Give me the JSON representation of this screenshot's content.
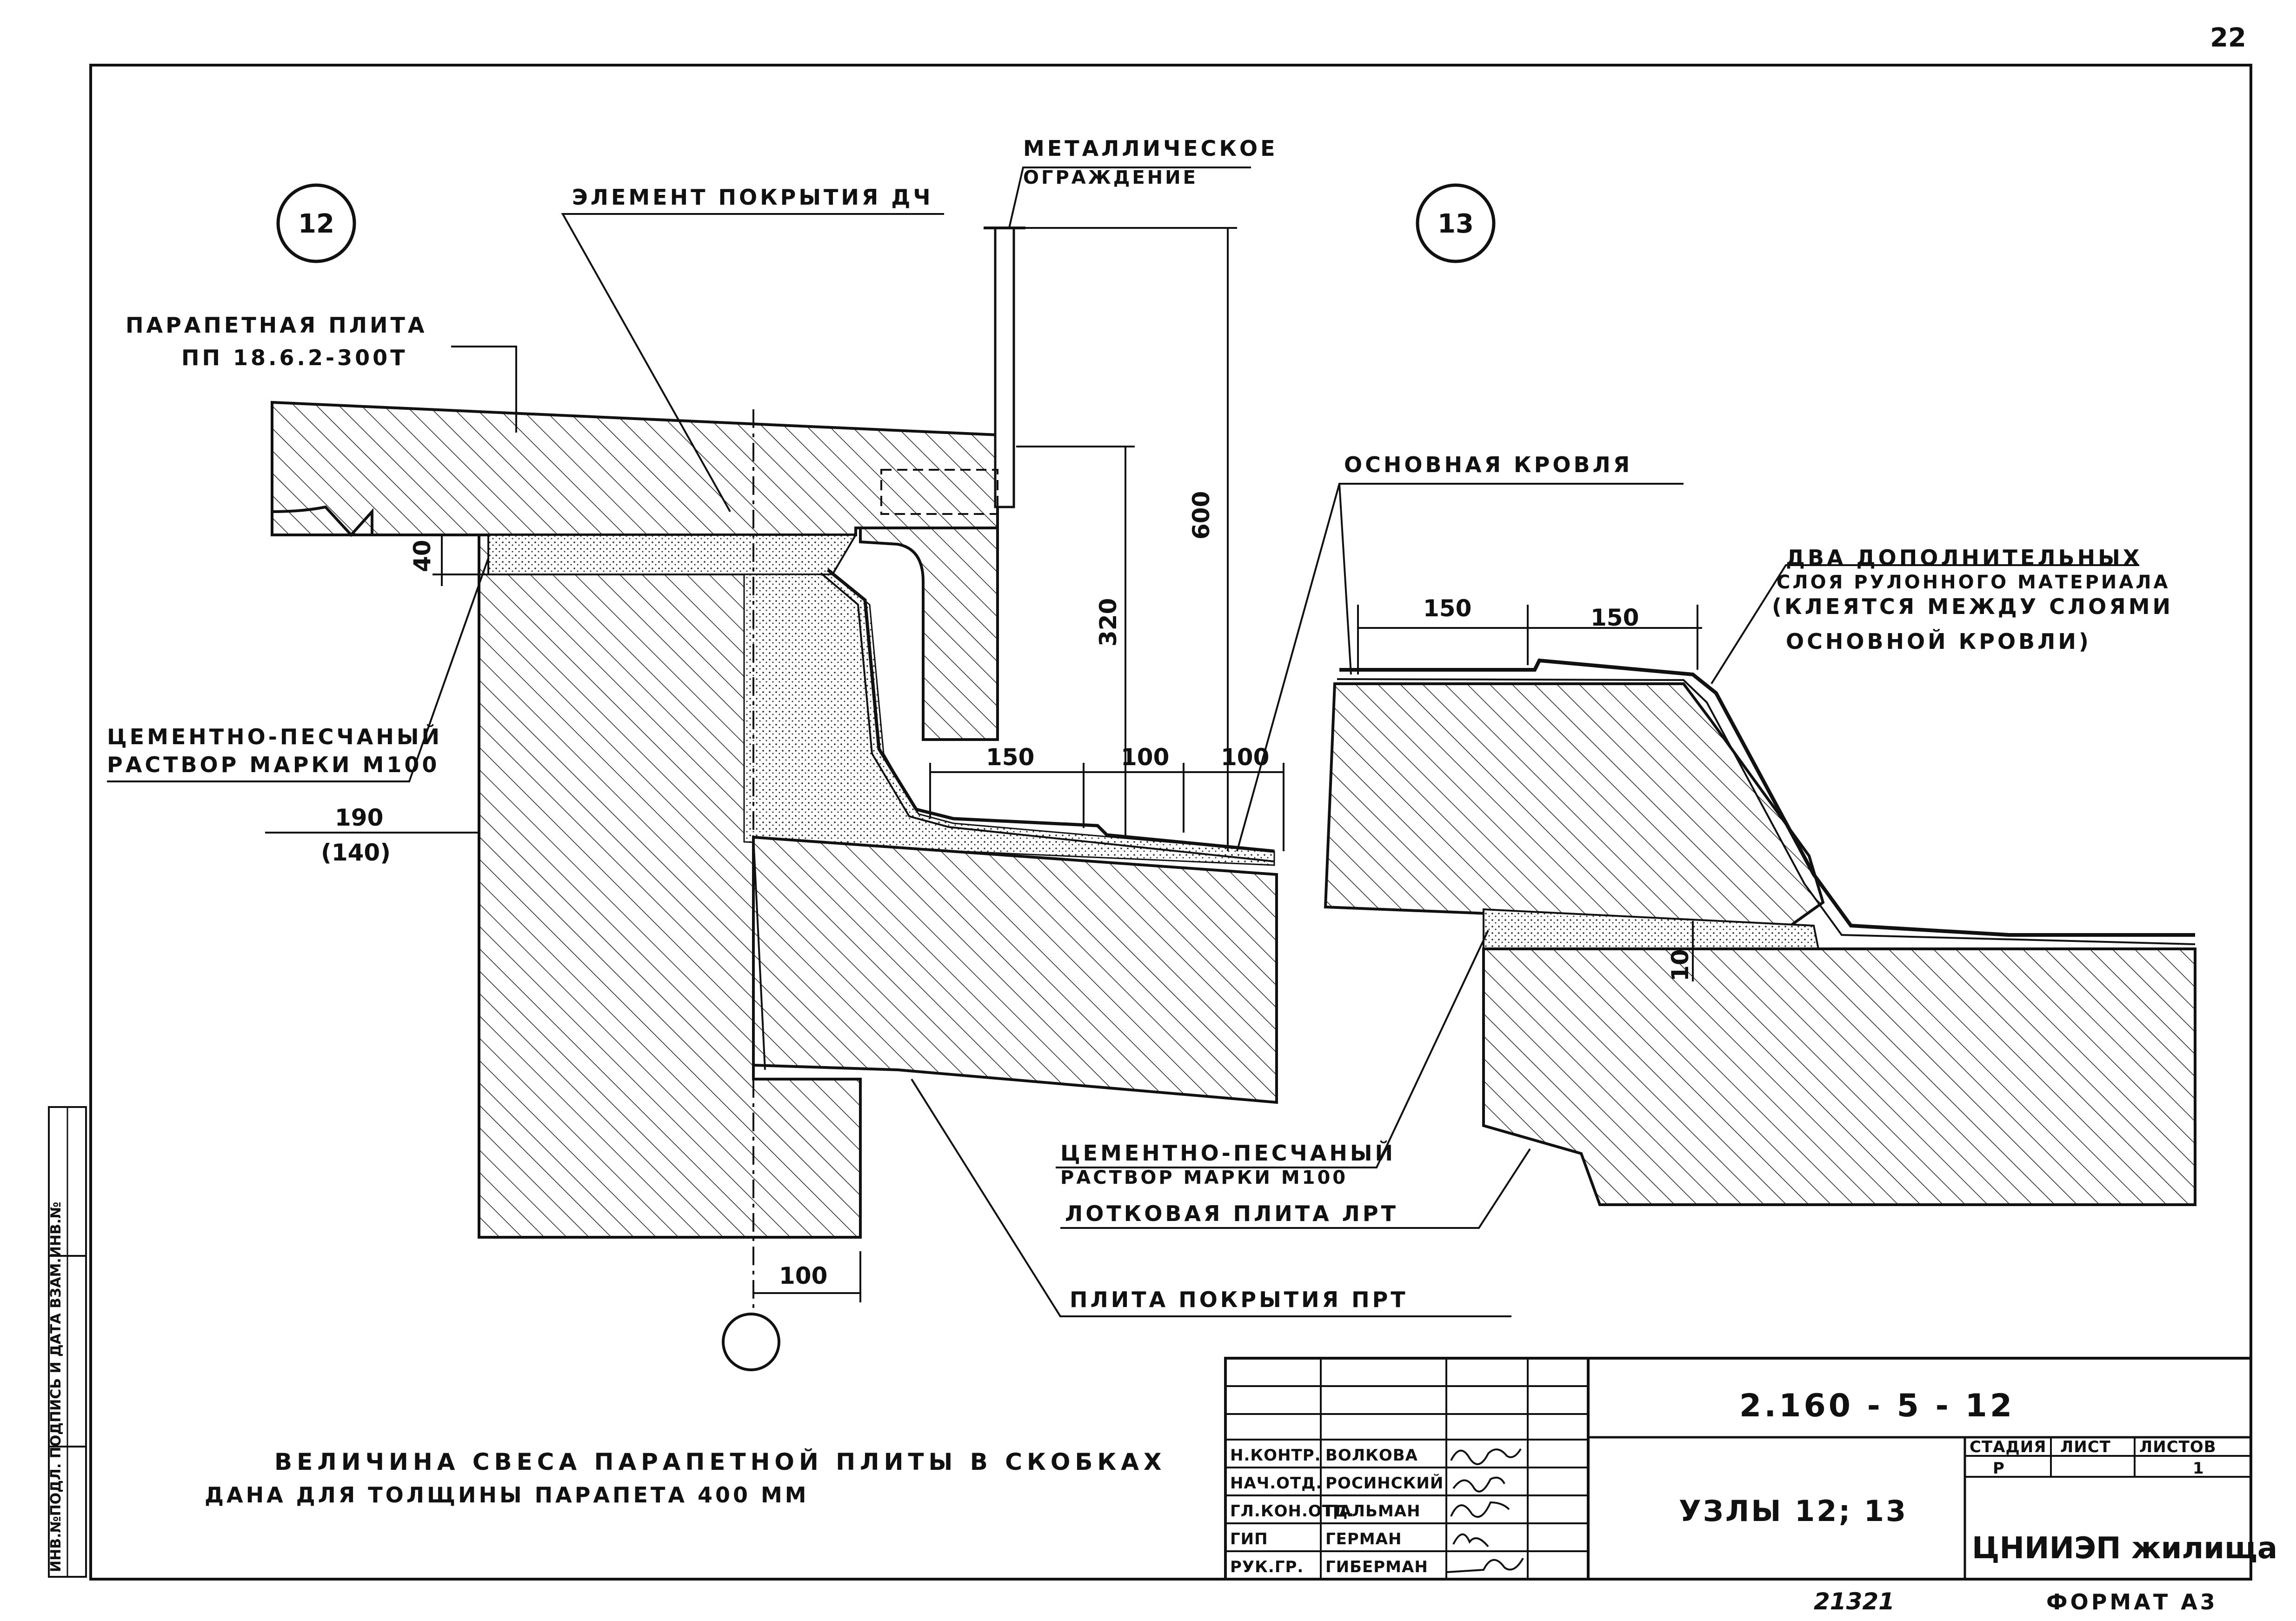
{
  "sheet_number": "22",
  "callouts": {
    "left": "12",
    "right": "13"
  },
  "labels": {
    "metal_fence_1": "МЕТАЛЛИЧЕСКОЕ",
    "metal_fence_2": "ОГРАЖДЕНИЕ",
    "roof_element": "ЭЛЕМЕНТ ПОКРЫТИЯ ДЧ",
    "parapet_1": "ПАРАПЕТНАЯ ПЛИТА",
    "parapet_2": "ПП 18.6.2-300Т",
    "main_roof": "ОСНОВНАЯ КРОВЛЯ",
    "two_layers_1": "ДВА ДОПОЛНИТЕЛЬНЫХ",
    "two_layers_2": "СЛОЯ РУЛОННОГО МАТЕРИАЛА",
    "two_layers_3": "(КЛЕЯТСЯ МЕЖДУ СЛОЯМИ",
    "two_layers_4": "ОСНОВНОЙ КРОВЛИ)",
    "mortar_left_1": "ЦЕМЕНТНО-ПЕСЧАНЫЙ",
    "mortar_left_2": "РАСТВОР МАРКИ М100",
    "mortar_bottom_1": "ЦЕМЕНТНО-ПЕСЧАНЫЙ",
    "mortar_bottom_2": "РАСТВОР МАРКИ М100",
    "tray_slab": "ЛОТКОВАЯ ПЛИТА ЛРТ",
    "cover_slab": "ПЛИТА ПОКРЫТИЯ ПРТ"
  },
  "dimensions": {
    "d600": "600",
    "d320": "320",
    "d40": "40",
    "d190": "190",
    "d140": "(140)",
    "d150a": "150",
    "d100a": "100",
    "d100b": "100",
    "d100c": "100",
    "d150b": "150",
    "d150c": "150",
    "d10": "10"
  },
  "note": {
    "line1": "ВЕЛИЧИНА СВЕСА ПАРАПЕТНОЙ ПЛИТЫ В СКОБКАХ",
    "line2": "ДАНА ДЛЯ ТОЛЩИНЫ ПАРАПЕТА 400 ММ"
  },
  "title_block": {
    "code": "2.160 - 5 - 12",
    "title": "УЗЛЫ 12; 13",
    "roles": [
      "Н.КОНТР.",
      "НАЧ.ОТД.",
      "ГЛ.КОН.ОТД.",
      "ГИП",
      "РУК.ГР."
    ],
    "names": [
      "ВОЛКОВА",
      "РОСИНСКИЙ",
      "ПАЛЬМАН",
      "ГЕРМАН",
      "ГИБЕРМАН"
    ],
    "stage_header": "СТАДИЯ",
    "sheet_header": "ЛИСТ",
    "sheets_header": "ЛИСТОВ",
    "stage": "Р",
    "sheets": "1",
    "organization": "ЦНИИЭП жилища"
  },
  "side_stamp": "ИНВ.№ПОДЛ. ПОДПИСЬ И ДАТА ВЗАМ.ИНВ.№",
  "inventory_number": "21321",
  "format": "ФОРМАТ А3"
}
